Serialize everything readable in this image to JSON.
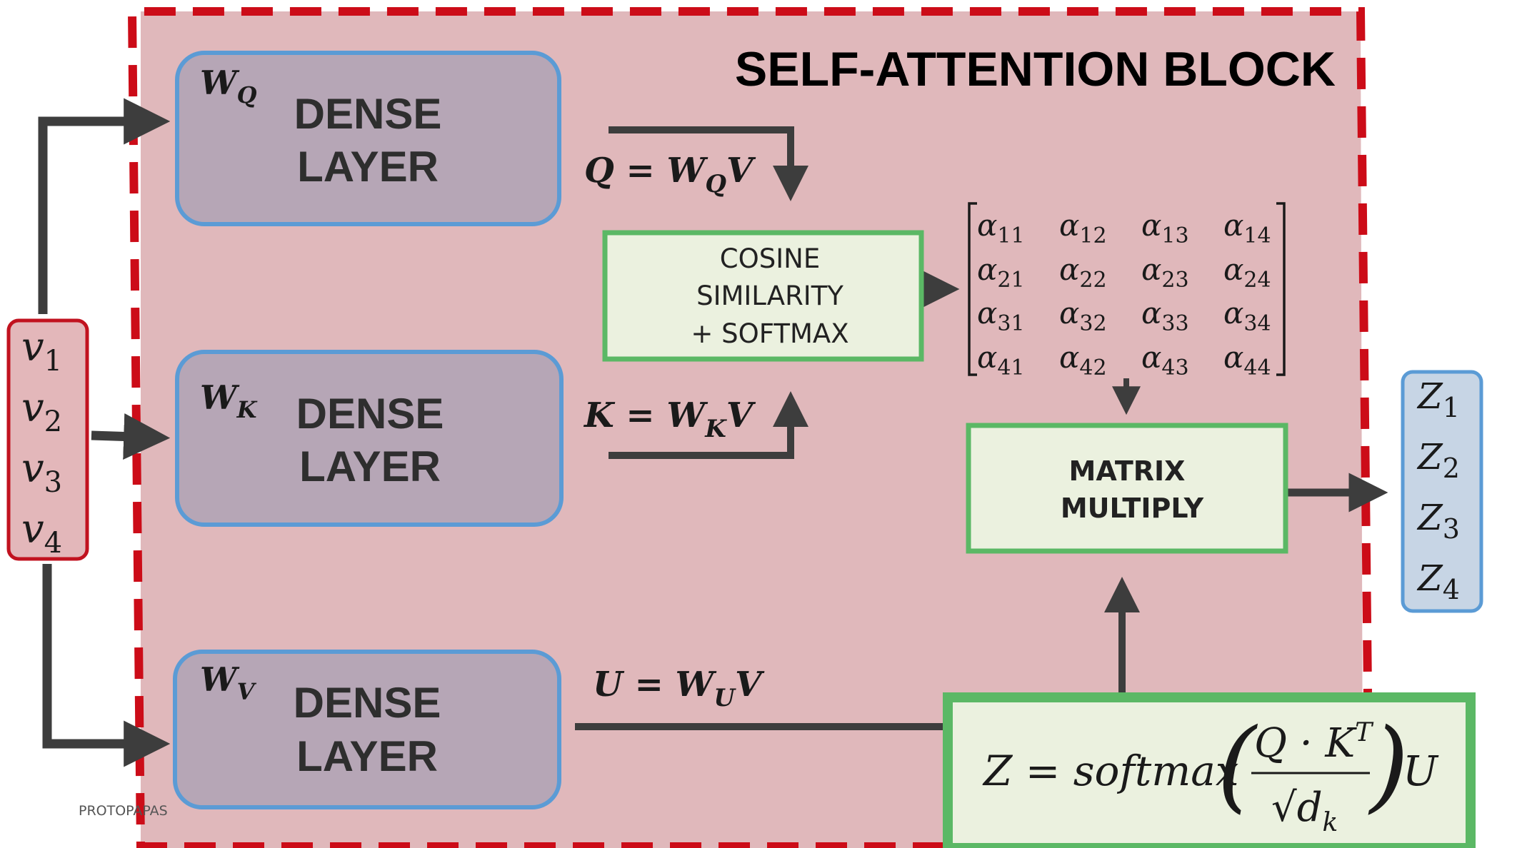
{
  "title": "SELF-ATTENTION BLOCK",
  "credit": "PROTOPAPAS",
  "dense_label_line1": "DENSE",
  "dense_label_line2": "LAYER",
  "weights": {
    "q": "W",
    "q_sub": "Q",
    "k": "W",
    "k_sub": "K",
    "v": "W",
    "v_sub": "V"
  },
  "inputs": [
    {
      "sym": "v",
      "sub": "1"
    },
    {
      "sym": "v",
      "sub": "2"
    },
    {
      "sym": "v",
      "sub": "3"
    },
    {
      "sym": "v",
      "sub": "4"
    }
  ],
  "outputs": [
    {
      "sym": "Z",
      "sub": "1"
    },
    {
      "sym": "Z",
      "sub": "2"
    },
    {
      "sym": "Z",
      "sub": "3"
    },
    {
      "sym": "Z",
      "sub": "4"
    }
  ],
  "equations": {
    "q": {
      "lhs": "Q = W",
      "sub": "Q",
      "rhs": "V"
    },
    "k": {
      "lhs": "K = W",
      "sub": "K",
      "rhs": "V"
    },
    "u": {
      "lhs": "U = W",
      "sub": "U",
      "rhs": "V"
    }
  },
  "cosine_box": {
    "line1": "COSINE",
    "line2": "SIMILARITY",
    "line3": "+ SOFTMAX"
  },
  "matmul_box": {
    "line1": "MATRIX",
    "line2": "MULTIPLY"
  },
  "alpha_matrix": [
    [
      "11",
      "12",
      "13",
      "14"
    ],
    [
      "21",
      "22",
      "23",
      "24"
    ],
    [
      "31",
      "32",
      "33",
      "34"
    ],
    [
      "41",
      "42",
      "43",
      "44"
    ]
  ],
  "alpha_symbol": "α",
  "formula": {
    "lhs": "Z = softmax",
    "num_q": "Q · K",
    "num_sup": "T",
    "den_sqrt": "√",
    "den_d": "d",
    "den_sub": "k",
    "tail": "U",
    "paren_left": "(",
    "paren_right": ")"
  },
  "colors": {
    "block_fill": "#e0b8bb",
    "block_border": "#cc0c18",
    "dense_fill": "#b6a6b6",
    "dense_border": "#5b9bd5",
    "green_fill": "#ebf1df",
    "green_border": "#5bb865",
    "input_fill": "#e3b7ba",
    "input_border": "#c1121f",
    "output_fill": "#c7d5e5",
    "output_border": "#5b9bd5",
    "arrow": "#3d3d3d"
  }
}
